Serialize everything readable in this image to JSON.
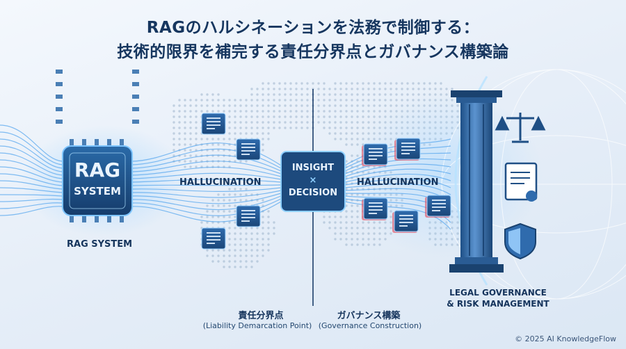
{
  "title": {
    "line1": "RAGのハルシネーションを法務で制御する：",
    "line2": "技術的限界を補完する責任分界点とガバナンス構築論"
  },
  "chip": {
    "line1": "RAG",
    "line2": "SYSTEM",
    "caption": "RAG SYSTEM"
  },
  "hallucination_left": "HALLUCINATION",
  "hallucination_right": "HALLUCINATION",
  "decision_box": {
    "line1": "INSIGHT",
    "symbol": "×",
    "line2": "DECISION"
  },
  "liability": {
    "jp": "責任分界点",
    "en": "(Liability Demarcation Point)"
  },
  "governance": {
    "jp": "ガバナンス構築",
    "en": "(Governance Construction)"
  },
  "legal": {
    "line1": "LEGAL GOVERNANCE",
    "line2": "& RISK MANAGEMENT"
  },
  "copyright": "© 2025 AI KnowledgeFlow",
  "icons": [
    "chip-icon",
    "document-icon",
    "glitch-document-icon",
    "pillar-icon",
    "scales-icon",
    "certificate-icon",
    "shield-icon",
    "globe-icon",
    "world-map"
  ],
  "colors": {
    "navy": "#15345c",
    "chip": "#1b4f86",
    "glow": "#5fb4ff"
  }
}
